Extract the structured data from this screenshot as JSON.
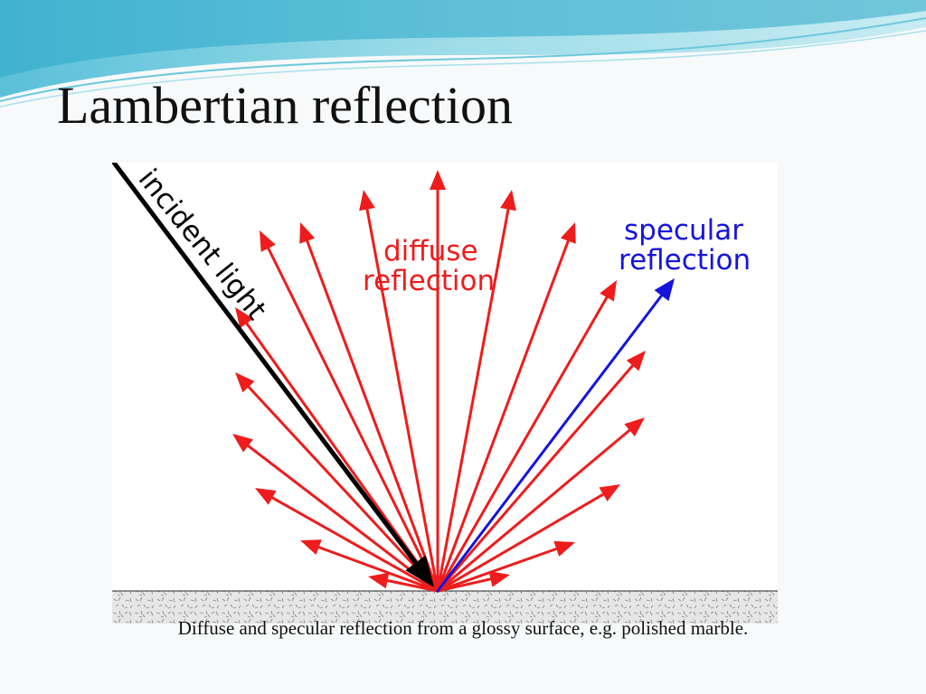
{
  "slide": {
    "title": "Lambertian reflection",
    "caption": "Diffuse and specular reflection from a glossy surface, e.g. polished marble."
  },
  "diagram": {
    "incident_label": "incident light",
    "diffuse_label": [
      "diffuse",
      "reflection"
    ],
    "specular_label": [
      "specular",
      "reflection"
    ],
    "colors": {
      "incident": "#000000",
      "diffuse": "#ee1c1c",
      "specular": "#1414dd",
      "surface": "#c8c8c8",
      "header_wave": "#5fc3d8"
    }
  }
}
